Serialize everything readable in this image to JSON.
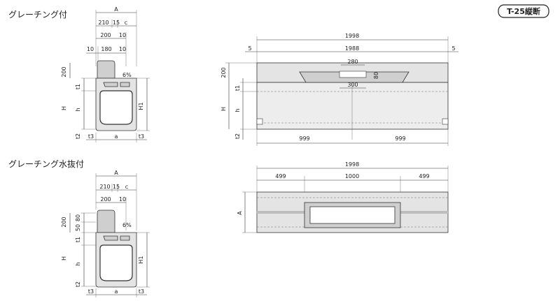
{
  "badge": "T-25縦断",
  "section1": {
    "title": "グレーチング付",
    "A": "A",
    "d210": "210",
    "d15": "15",
    "c": "c",
    "d200": "200",
    "d10a": "10",
    "d10b": "10",
    "d180": "180",
    "d10c": "10",
    "slope": "6%",
    "h200": "200",
    "t1": "t1",
    "H": "H",
    "h": "h",
    "H1": "H1",
    "t2": "t2",
    "t3a": "t3",
    "a": "a",
    "t3b": "t3"
  },
  "section2": {
    "title": "グレーチング水抜付",
    "A": "A",
    "d210": "210",
    "d15": "15",
    "c": "c",
    "d200": "200",
    "d10": "10",
    "slope": "6%",
    "h200": "200",
    "d80": "80",
    "d50": "50",
    "t1": "t1",
    "H": "H",
    "h": "h",
    "H1": "H1",
    "t2": "t2",
    "t3a": "t3",
    "a": "a",
    "t3b": "t3"
  },
  "side_view": {
    "total": "1998",
    "inner": "1988",
    "end_left": "5",
    "end_right": "5",
    "d280": "280",
    "d80": "80",
    "d300": "300",
    "h200": "200",
    "t1": "t1",
    "H": "H",
    "h": "h",
    "t2": "t2",
    "half_left": "999",
    "half_right": "999"
  },
  "plan_view": {
    "total": "1998",
    "left": "499",
    "middle": "1000",
    "right": "499",
    "A": "A"
  }
}
